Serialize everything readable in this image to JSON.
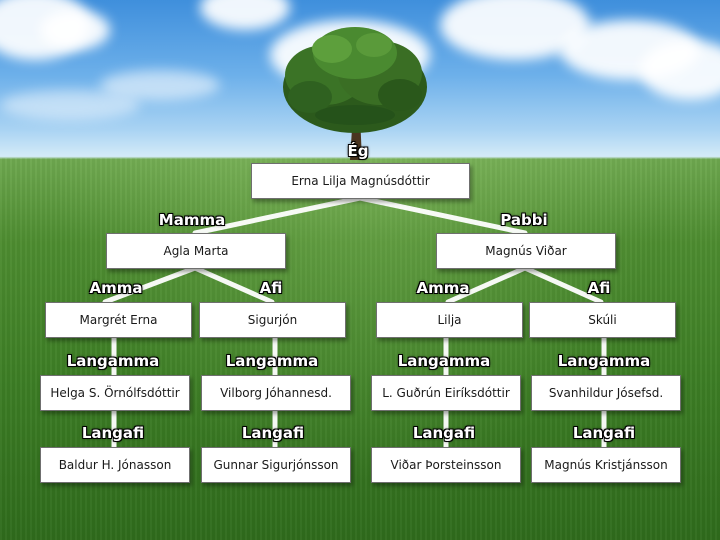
{
  "root": {
    "relation": "Ég",
    "name": "Erna Lilja Magnúsdóttir"
  },
  "mother": {
    "relation": "Mamma",
    "name": "Agla Marta"
  },
  "father": {
    "relation": "Pabbi",
    "name": "Magnús Viðar"
  },
  "grandparents": [
    {
      "relation": "Amma",
      "name": "Margrét Erna"
    },
    {
      "relation": "Afi",
      "name": "Sigurjón"
    },
    {
      "relation": "Amma",
      "name": "Lilja"
    },
    {
      "relation": "Afi",
      "name": "Skúli"
    }
  ],
  "great_grandmothers": [
    {
      "relation": "Langamma",
      "name": "Helga S. Örnólfsdóttir"
    },
    {
      "relation": "Langamma",
      "name": "Vilborg Jóhannesd."
    },
    {
      "relation": "Langamma",
      "name": "L. Guðrún Eiríksdóttir"
    },
    {
      "relation": "Langamma",
      "name": "Svanhildur Jósefsd."
    }
  ],
  "great_grandfathers": [
    {
      "relation": "Langafi",
      "name": "Baldur H. Jónasson"
    },
    {
      "relation": "Langafi",
      "name": "Gunnar Sigurjónsson"
    },
    {
      "relation": "Langafi",
      "name": "Viðar Þorsteinsson"
    },
    {
      "relation": "Langafi",
      "name": "Magnús Kristjánsson"
    }
  ]
}
